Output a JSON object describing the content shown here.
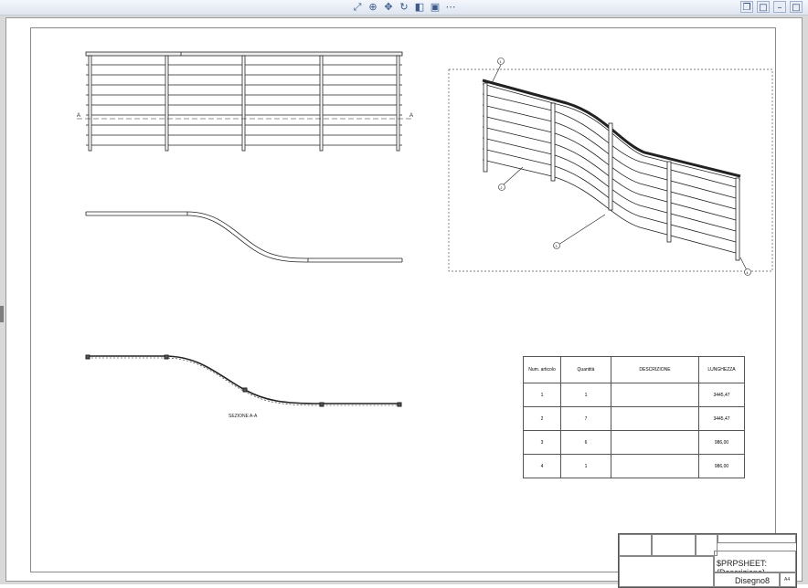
{
  "toolbar": {
    "icons": [
      "zoom-fit-icon",
      "zoom-area-icon",
      "pan-icon",
      "rotate-icon",
      "view-orientation-icon",
      "display-style-icon",
      "view-settings-icon"
    ]
  },
  "window_buttons": [
    "restore-icon",
    "maximize-icon",
    "minimize-icon",
    "close-icon"
  ],
  "drawing": {
    "section_label": "SEZIONE A-A",
    "section_marker": "A",
    "balloons": [
      "1",
      "2",
      "3",
      "4"
    ],
    "bom": {
      "headers": [
        "Num. articolo",
        "Quantità",
        "DESCRIZIONE",
        "LUNGHEZZA"
      ],
      "rows": [
        [
          "1",
          "1",
          "",
          "3445,47"
        ],
        [
          "2",
          "7",
          "",
          "3445,47"
        ],
        [
          "3",
          "6",
          "",
          "986,00"
        ],
        [
          "4",
          "1",
          "",
          "986,00"
        ]
      ]
    },
    "title_block": {
      "description": "$PRPSHEET:{Descrizione}",
      "drawing_name": "Disegno8",
      "sheet": "A4"
    }
  }
}
